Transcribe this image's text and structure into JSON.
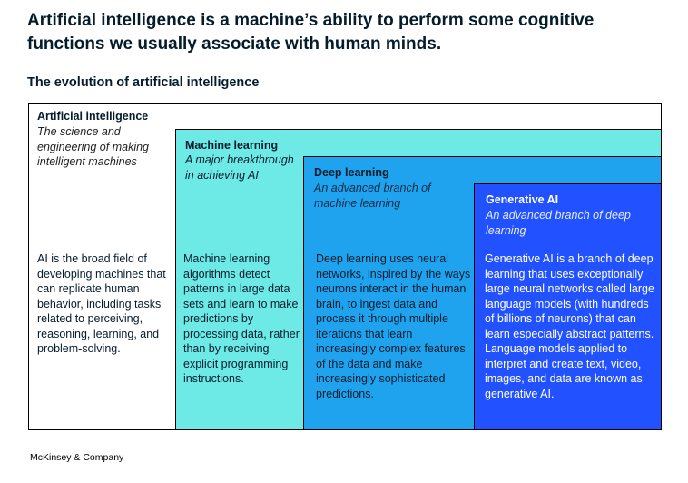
{
  "headline": "Artificial intelligence is a machine’s ability to perform some cognitive functions we usually associate with human minds.",
  "subtitle": "The evolution of artificial intelligence",
  "layers": [
    {
      "title": "Artificial intelligence",
      "subtitle": "The science and engineering of making intelligent machines",
      "description": "AI is the broad field of developing machines that can replicate human behavior, including tasks related to perceiving, reasoning, learning, and problem-solving.",
      "color": "#ffffff"
    },
    {
      "title": "Machine learning",
      "subtitle": "A major breakthrough in achieving AI",
      "description": "Machine learning algorithms detect patterns in large data sets and learn to make predictions by processing data, rather than by receiving explicit programming instructions.",
      "color": "#6de9e6"
    },
    {
      "title": "Deep learning",
      "subtitle": "An advanced branch of machine learning",
      "description": "Deep learning uses neural networks, inspired by the ways neurons interact in the human brain, to ingest data and process it through multiple iterations that learn increasingly complex features of the data and make increasingly sophisticated predictions.",
      "color": "#1fa3ee"
    },
    {
      "title": "Generative AI",
      "subtitle": "An advanced branch of deep learning",
      "description": "Generative AI is a branch of deep learning that uses exceptionally large neural networks called large language models (with hundreds of billions of neurons) that can learn especially abstract patterns. Language models applied to interpret and create text, video, images, and data are known as generative AI.",
      "color": "#2251ff"
    }
  ],
  "footer": "McKinsey & Company"
}
